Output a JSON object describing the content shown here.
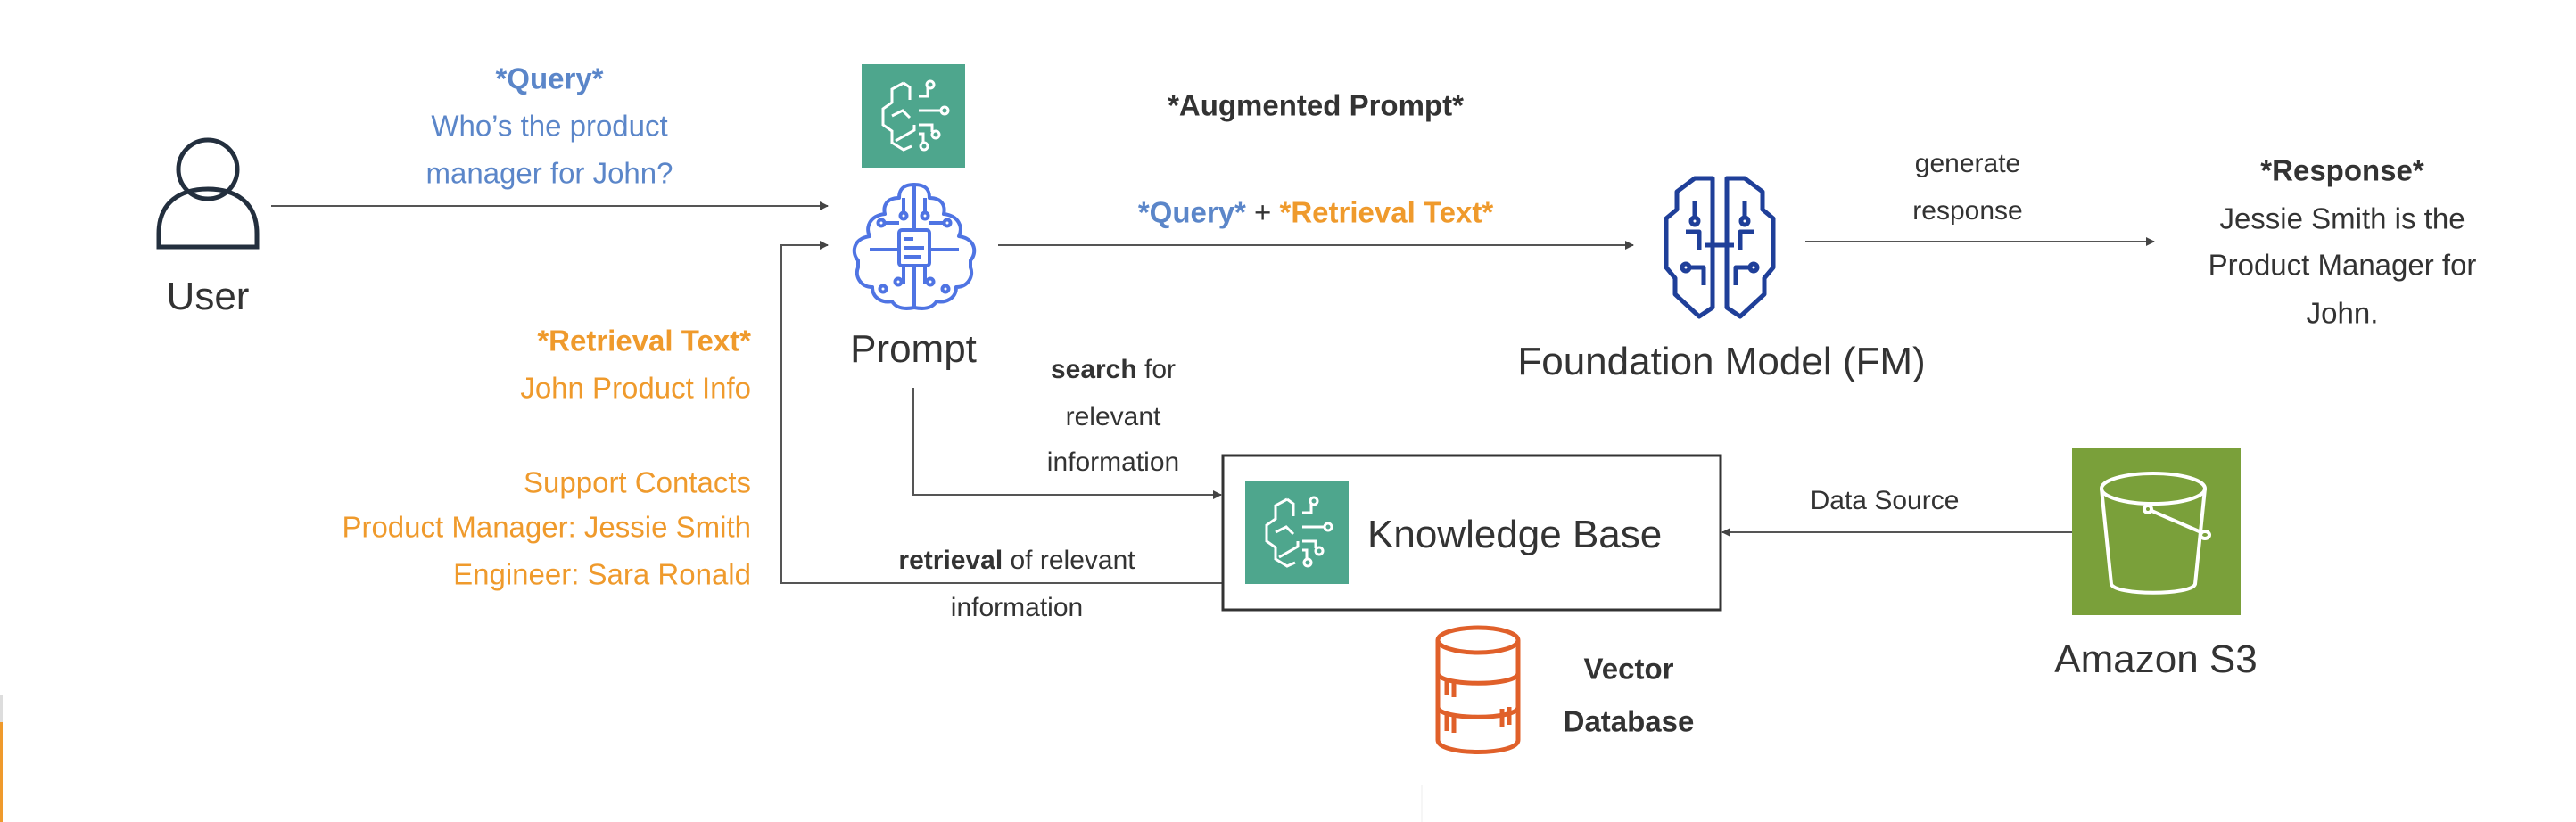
{
  "colors": {
    "query_text": "#5b86c9",
    "retrieval_text": "#ef9a2c",
    "line": "#555555",
    "bedrock_green": "#4ea68d",
    "prompt_blue": "#4f74e3",
    "fm_blue": "#1f3f99",
    "s3_green": "#7aa03a",
    "database_orange": "#e0602a"
  },
  "user": {
    "label": "User",
    "icon": "user-icon"
  },
  "query": {
    "title": "*Query*",
    "line1": "Who’s the product",
    "line2": "manager for John?"
  },
  "prompt": {
    "label": "Prompt",
    "icons": [
      "bedrock-icon",
      "prompt-brain-icon"
    ]
  },
  "retrieval_text": {
    "title": "*Retrieval Text*",
    "line1": "John Product Info",
    "line2": "Support Contacts",
    "line3": "Product Manager: Jessie Smith",
    "line4": "Engineer: Sara Ronald"
  },
  "augmented_prompt": {
    "title": "*Augmented Prompt*",
    "query": "*Query*",
    "plus": " + ",
    "retrieval": "*Retrieval Text*"
  },
  "foundation_model": {
    "label": "Foundation Model (FM)",
    "icon": "brain-icon"
  },
  "generate": {
    "line1": "generate",
    "line2": "response"
  },
  "response": {
    "title": "*Response*",
    "line1": "Jessie Smith is the",
    "line2": "Product Manager for",
    "line3": "John."
  },
  "search": {
    "bold": "search",
    "rest": " for",
    "line2": "relevant",
    "line3": "information"
  },
  "retrieval_edge": {
    "bold": "retrieval",
    "rest": " of relevant",
    "line2": "information"
  },
  "knowledge_base": {
    "label": "Knowledge Base",
    "icon": "bedrock-icon"
  },
  "data_source": {
    "label": "Data Source"
  },
  "s3": {
    "label": "Amazon S3",
    "icon": "bucket-icon"
  },
  "vector_db": {
    "line1": "Vector",
    "line2": "Database",
    "icon": "database-icon"
  }
}
